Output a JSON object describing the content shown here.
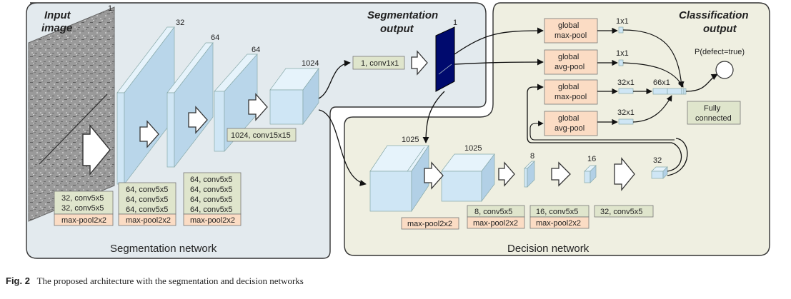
{
  "input": {
    "title_line1": "Input",
    "title_line2": "image",
    "channels": "1"
  },
  "segmentation": {
    "region_label": "Segmentation network",
    "output_title_line1": "Segmentation",
    "output_title_line2": "output",
    "output_channels": "1",
    "channels": [
      "32",
      "64",
      "64",
      "1024"
    ],
    "conv1x1": "1, conv1x1",
    "conv15": "1024, conv15x15",
    "blocks": [
      {
        "convs": [
          "32, conv5x5",
          "32, conv5x5"
        ],
        "pool": "max-pool2x2"
      },
      {
        "convs": [
          "64, conv5x5",
          "64, conv5x5",
          "64, conv5x5"
        ],
        "pool": "max-pool2x2"
      },
      {
        "convs": [
          "64, conv5x5",
          "64, conv5x5",
          "64, conv5x5",
          "64, conv5x5"
        ],
        "pool": "max-pool2x2"
      }
    ]
  },
  "decision": {
    "region_label": "Decision network",
    "channels": [
      "1025",
      "1025",
      "8",
      "16",
      "32"
    ],
    "pool1": "max-pool2x2",
    "block2": {
      "conv": "8, conv5x5",
      "pool": "max-pool2x2"
    },
    "block3": {
      "conv": "16, conv5x5",
      "pool": "max-pool2x2"
    },
    "conv4": "32, conv5x5"
  },
  "classification": {
    "title_line1": "Classification",
    "title_line2": "output",
    "output_label": "P(defect=true)",
    "fc_line1": "Fully",
    "fc_line2": "connected",
    "pool_global": "global",
    "pool_max": "max-pool",
    "pool_avg": "avg-pool",
    "size_1x1": "1x1",
    "size_32x1": "32x1",
    "size_66x1": "66x1"
  },
  "caption": {
    "fig": "Fig. 2",
    "text": "The proposed architecture with the segmentation and decision networks"
  },
  "colors": {
    "seg_bg": "#e3eaee",
    "dec_bg": "#efefe1",
    "box_front": "#cfe6f5",
    "box_side": "#b2d0e6",
    "box_top": "#e6f3fb",
    "conv_box": "#dfe5cc",
    "pool_box": "#fbdcc4",
    "seg_output": "#000a6e"
  }
}
